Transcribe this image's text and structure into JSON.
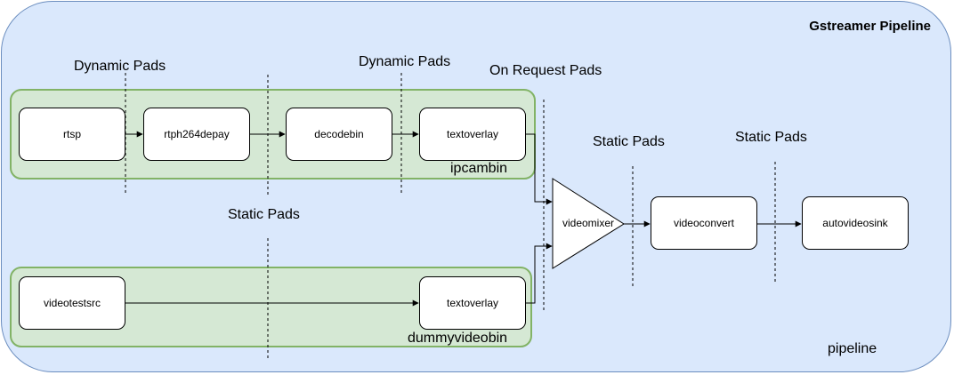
{
  "diagram": {
    "title": "Gstreamer Pipeline",
    "container_label": "pipeline",
    "bins": {
      "ipcambin": "ipcambin",
      "dummyvideobin": "dummyvideobin"
    },
    "elements": {
      "rtsp": "rtsp",
      "rtph264depay": "rtph264depay",
      "decodebin": "decodebin",
      "textoverlay1": "textoverlay",
      "videotestsrc": "videotestsrc",
      "textoverlay2": "textoverlay",
      "videomixer": "videomixer",
      "videoconvert": "videoconvert",
      "autovideosink": "autovideosink"
    },
    "pad_labels": {
      "dynamic_1": "Dynamic Pads",
      "dynamic_2": "Dynamic Pads",
      "on_request": "On Request Pads",
      "static_mid": "Static Pads",
      "static_1": "Static Pads",
      "static_2": "Static Pads"
    }
  },
  "colors": {
    "pipeline_fill": "#dae8fc",
    "pipeline_border": "#6c8ebf",
    "bin_fill": "#d5e8d4",
    "bin_border": "#82b366"
  }
}
